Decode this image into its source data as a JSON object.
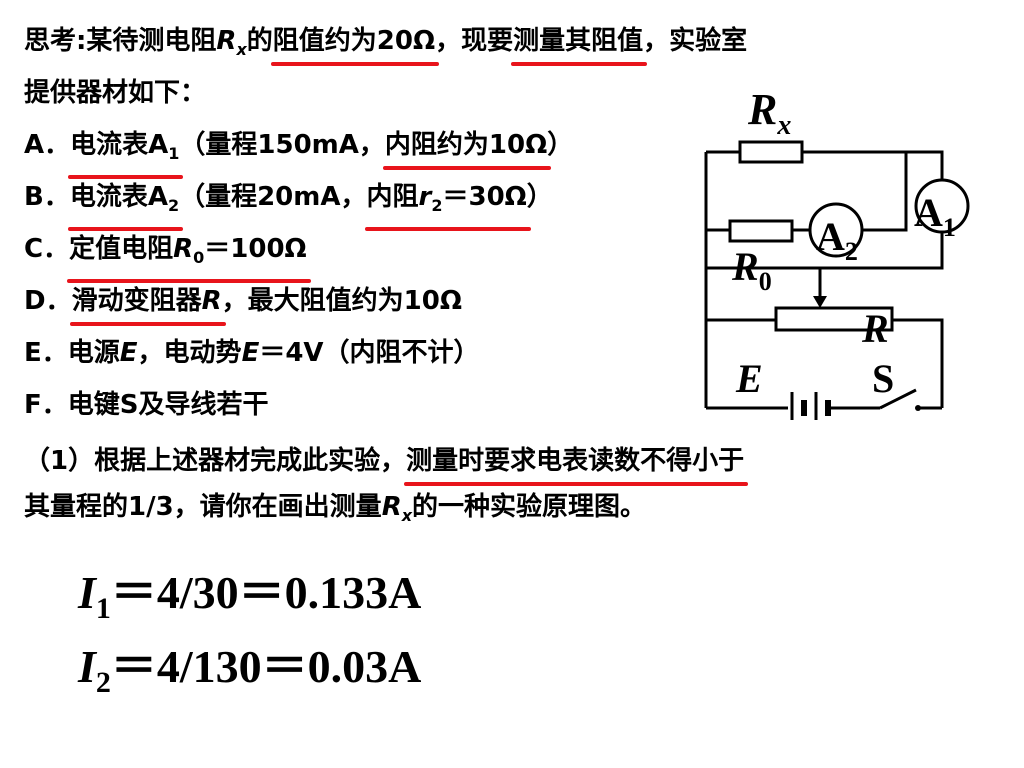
{
  "intro": {
    "prefix": "思考:某待测电阻",
    "r": "R",
    "r_sub": "x",
    "mid": "的",
    "underline1": "阻值约为20Ω",
    "mid2": "，现要",
    "underline2": "测量其阻值",
    "suffix": "，实验室",
    "line2": "提供器材如下："
  },
  "items": {
    "a": {
      "letter": "A．",
      "u1_pre": "电流表A",
      "u1_sub": "1",
      "mid": "（量程150mA，",
      "u2": "内阻约为10Ω",
      "end": "）"
    },
    "b": {
      "letter": "B．",
      "u1_pre": "电流表A",
      "u1_sub": "2",
      "mid": "（量程20mA，",
      "u2_pre": "内阻",
      "u2_var": "r",
      "u2_sub": "2",
      "u2_post": "＝30Ω",
      "end": "）"
    },
    "c": {
      "letter": "C．",
      "u_pre": "定值电阻",
      "u_var": "R",
      "u_sub": "0",
      "u_post": "＝100Ω"
    },
    "d": {
      "letter": "D．",
      "u_pre": "滑动变阻器",
      "u_var": "R",
      "rest": "，最大阻值约为10Ω"
    },
    "e": {
      "letter": "E．",
      "t1": "电源",
      "v1": "E",
      "t2": "，电动势",
      "v2": "E",
      "t3": "＝4V（内阻不计）"
    },
    "f": {
      "letter": "F．",
      "text": "电键S及导线若干"
    }
  },
  "question": {
    "pre": "（1）根据上述器材完成此实验，",
    "underline": "测量时要求电表读数不得小于",
    "line2_pre": "其量程的1/3，请你在画出测量",
    "r": "R",
    "r_sub": "x",
    "line2_post": "的一种实验原理图。"
  },
  "formulas": {
    "f1": {
      "var": "I",
      "sub": "1",
      "expr": "＝4/30＝0.133A"
    },
    "f2": {
      "var": "I",
      "sub": "2",
      "expr": "＝4/130＝0.03A"
    }
  },
  "circuit": {
    "rx": "R",
    "rx_sub": "x",
    "a1": "A",
    "a1_sub": "1",
    "a2": "A",
    "a2_sub": "2",
    "r0": "R",
    "r0_sub": "0",
    "r": "R",
    "e": "E",
    "s": "S"
  },
  "colors": {
    "underline": "#e8141b",
    "text": "#000000"
  }
}
